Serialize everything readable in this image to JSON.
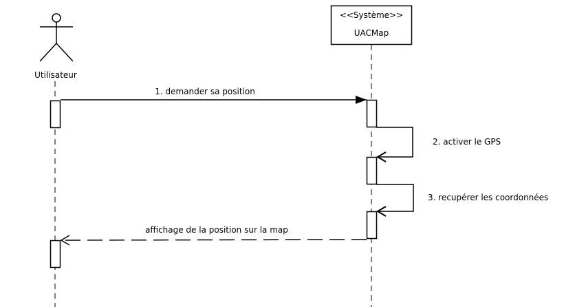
{
  "participants": {
    "actor": {
      "label": "Utilisateur"
    },
    "system": {
      "stereotype": "<<Système>>",
      "name": "UACMap"
    }
  },
  "messages": [
    {
      "number": "1.",
      "label": "1. demander sa position",
      "kind": "sync"
    },
    {
      "number": "2.",
      "label": "2. activer le GPS",
      "kind": "self"
    },
    {
      "number": "3.",
      "label": "3. recupérer les coordonnées",
      "kind": "self"
    },
    {
      "label": "affichage de la position sur la map",
      "kind": "return"
    }
  ],
  "colors": {
    "stroke": "#000000",
    "background": "#ffffff",
    "activation_fill": "#ffffff"
  }
}
